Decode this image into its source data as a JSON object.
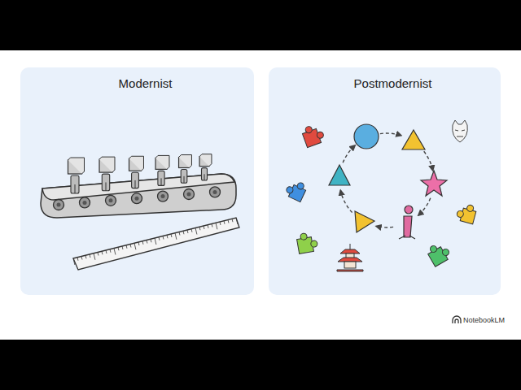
{
  "diagram": {
    "nodes": [
      {
        "text": [
          "Modernist"
        ]
      },
      {
        "text": [
          "Postmodernist"
        ]
      }
    ],
    "labels": [
      "NotebookLM"
    ]
  }
}
